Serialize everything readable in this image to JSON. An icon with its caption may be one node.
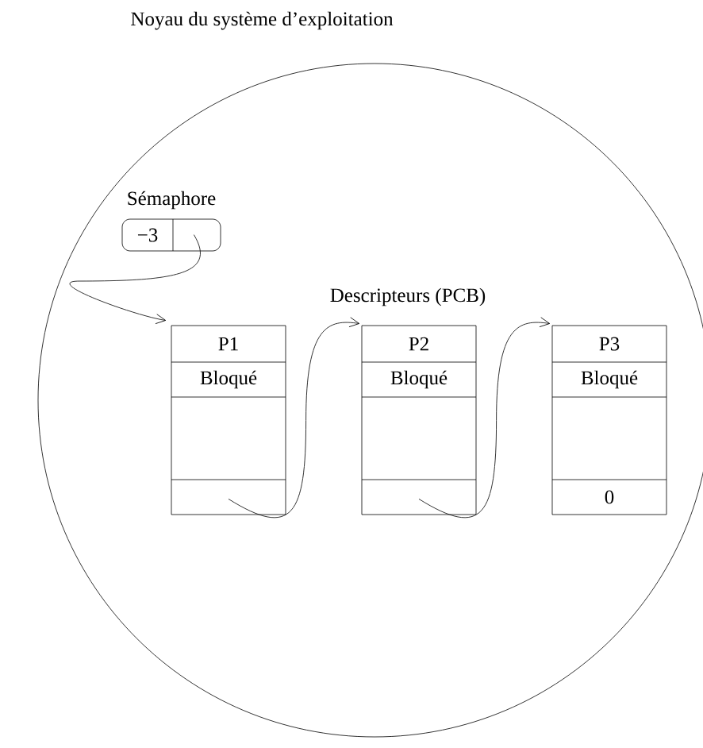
{
  "diagram": {
    "nodes": [
      {
        "text": [
          "Noyau du système d’exploitation"
        ]
      },
      {
        "text": [
          "Sémaphore",
          "−3"
        ],
        "in": 0
      },
      {
        "text": [
          "P1",
          "Bloqué"
        ],
        "in": 0
      },
      {
        "text": [
          "P2",
          "Bloqué"
        ],
        "in": 0
      },
      {
        "text": [
          "P3",
          "Bloqué",
          "0"
        ],
        "in": 0
      }
    ],
    "edges": [
      {
        "from": 1,
        "to": 2,
        "arrow": "to"
      },
      {
        "from": 2,
        "to": 3,
        "arrow": "to"
      },
      {
        "from": 3,
        "to": 4,
        "arrow": "to"
      }
    ],
    "labels": [
      "Descripteurs (PCB)"
    ]
  }
}
